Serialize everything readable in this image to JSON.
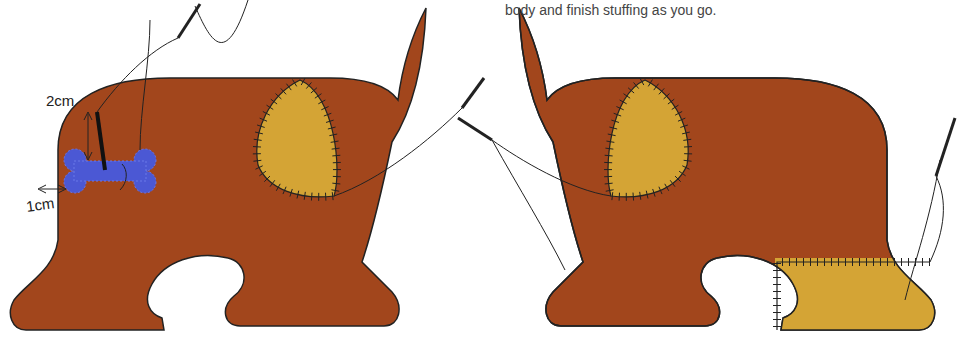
{
  "diagram": {
    "labels": [
      "body and finish stuffing as you go.",
      "2cm",
      "1cm"
    ]
  }
}
